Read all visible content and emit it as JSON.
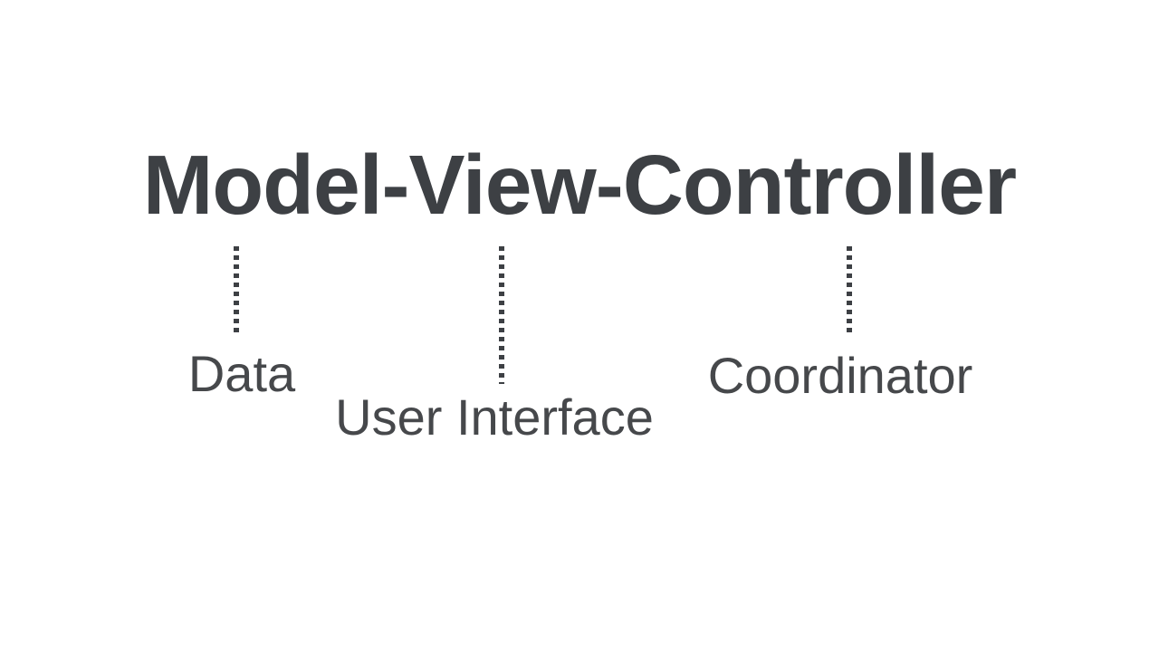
{
  "slide": {
    "title": "Model-View-Controller",
    "colors": {
      "background": "#ffffff",
      "ink": "#3d4044",
      "label_ink": "#46484b"
    },
    "annotations": [
      {
        "term": "Model",
        "label": "Data"
      },
      {
        "term": "View",
        "label": "User Interface"
      },
      {
        "term": "Controller",
        "label": "Coordinator"
      }
    ]
  }
}
